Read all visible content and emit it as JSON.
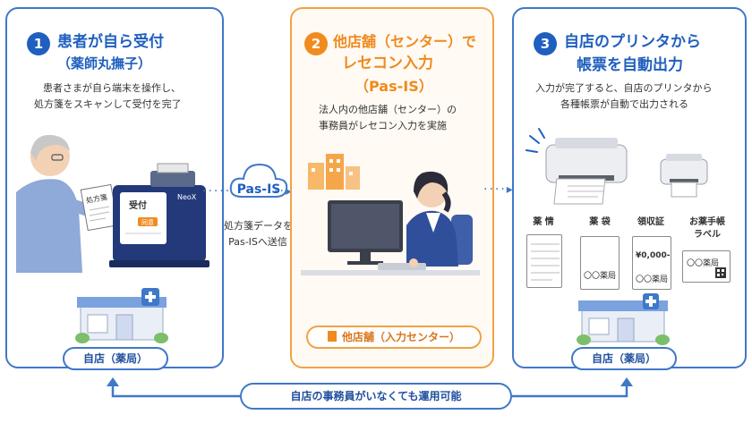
{
  "step1": {
    "number": "1",
    "title": "患者が自ら受付",
    "subtitle": "（薬師丸撫子）",
    "desc_line1": "患者さまが自ら端末を操作し、",
    "desc_line2": "処方箋をスキャンして受付を完了",
    "prescription_label": "処方箋",
    "screen_title": "受付",
    "screen_button": "同意",
    "kiosk_brand": "NeoX",
    "store_label": "自店（薬局）"
  },
  "transfer": {
    "cloud_label": "Pas-IS",
    "line1": "処方箋データを",
    "line2": "Pas-ISへ送信"
  },
  "step2": {
    "number": "2",
    "title_line1": "他店舗（センター）で",
    "title_line2": "レセコン入力",
    "title_line3": "（Pas-IS）",
    "desc_line1": "法人内の他店舗（センター）の",
    "desc_line2": "事務員がレセコン入力を実施",
    "center_label": "他店舗（入力センター）"
  },
  "step3": {
    "number": "3",
    "title_line1": "自店のプリンタから",
    "title_line2": "帳票を自動出力",
    "desc_line1": "入力が完了すると、自店のプリンタから",
    "desc_line2": "各種帳票が自動で出力される",
    "docs": [
      {
        "label": "薬 情",
        "text": ""
      },
      {
        "label": "薬 袋",
        "text": "〇〇薬局"
      },
      {
        "label": "領収証",
        "text": "¥0,000-",
        "text2": "〇〇薬局"
      },
      {
        "label": "お薬手帳",
        "label2": "ラベル",
        "text": "〇〇薬局"
      }
    ],
    "store_label": "自店（薬局）"
  },
  "bottom": {
    "label": "自店の事務員がいなくても運用可能"
  },
  "colors": {
    "blue": "#1f5fbf",
    "orange": "#f08c1f"
  }
}
